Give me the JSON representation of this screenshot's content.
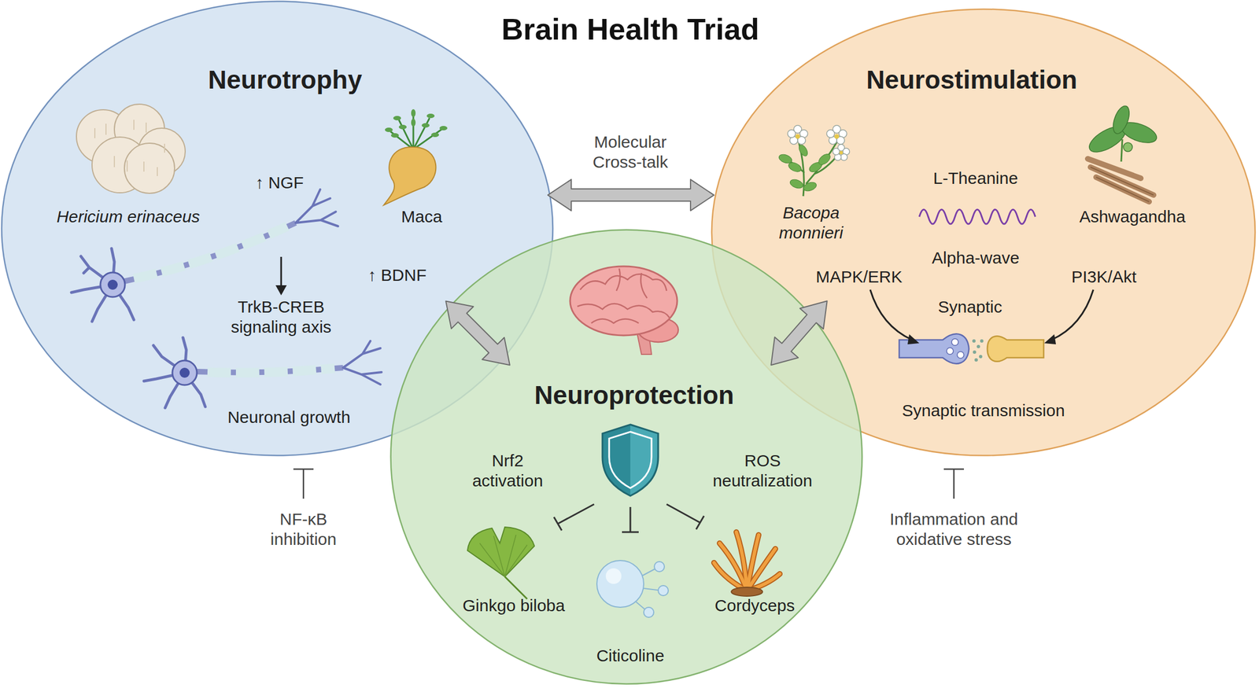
{
  "diagram": {
    "title": "Brain Health Triad",
    "nodes": [
      {
        "text": [
          "Neurotrophy",
          "Hericium erinaceus",
          "↑ NGF",
          "Maca",
          "TrkB-CREB signaling axis",
          "↑ BDNF",
          "Neuronal growth"
        ]
      },
      {
        "text": [
          "Neurostimulation",
          "Bacopa monnieri",
          "L-Theanine",
          "Ashwagandha",
          "Alpha-wave",
          "MAPK/ERK",
          "PI3K/Akt",
          "Synaptic",
          "Synaptic transmission"
        ]
      },
      {
        "text": [
          "Neuroprotection",
          "Nrf2 activation",
          "ROS neutralization",
          "Ginkgo biloba",
          "Citicoline",
          "Cordyceps"
        ]
      }
    ],
    "edges": [
      {
        "from": 0,
        "to": 1,
        "label": "Molecular Cross-talk",
        "arrow": "both"
      },
      {
        "from": 0,
        "to": 2,
        "arrow": "both"
      },
      {
        "from": 1,
        "to": 2,
        "arrow": "both"
      }
    ],
    "labels": [
      "NF-κB inhibition",
      "Inflammation and oxidative stress"
    ]
  }
}
